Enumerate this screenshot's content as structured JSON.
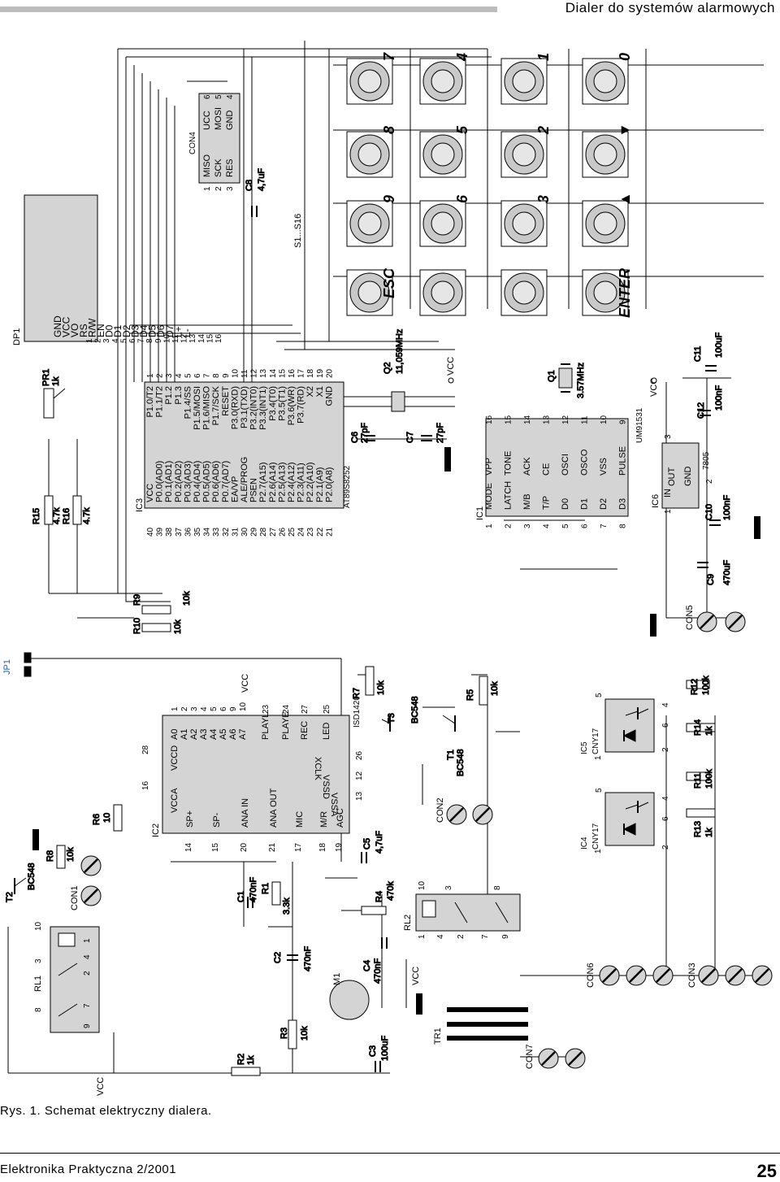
{
  "header": {
    "title": "Dialer do systemów alarmowych"
  },
  "caption": "Rys. 1. Schemat elektryczny dialera.",
  "footer": {
    "magazine": "Elektronika Praktyczna 2/2001",
    "page": "25"
  },
  "dp1": {
    "ref": "DP1",
    "pins": [
      {
        "num": "1",
        "name": "GND"
      },
      {
        "num": "2",
        "name": "VCC"
      },
      {
        "num": "3",
        "name": "VO"
      },
      {
        "num": "4",
        "name": "RS"
      },
      {
        "num": "5",
        "name": "R/W"
      },
      {
        "num": "6",
        "name": "EN"
      },
      {
        "num": "7",
        "name": "D0"
      },
      {
        "num": "8",
        "name": "D1"
      },
      {
        "num": "9",
        "name": "D2"
      },
      {
        "num": "10",
        "name": "D3"
      },
      {
        "num": "11",
        "name": "D4"
      },
      {
        "num": "12",
        "name": "D5"
      },
      {
        "num": "13",
        "name": "D6"
      },
      {
        "num": "14",
        "name": "D7"
      },
      {
        "num": "15",
        "name": "L+"
      },
      {
        "num": "16",
        "name": "L-"
      }
    ]
  },
  "ic3": {
    "ref": "IC3",
    "part": "AT89S8252",
    "left": [
      {
        "num": "40",
        "name": "VCC"
      },
      {
        "num": "39",
        "name": "P0.0(AD0)"
      },
      {
        "num": "38",
        "name": "P0.1(AD1)"
      },
      {
        "num": "37",
        "name": "P0.2(AD2)"
      },
      {
        "num": "36",
        "name": "P0.3(AD3)"
      },
      {
        "num": "35",
        "name": "P0.4(AD4)"
      },
      {
        "num": "34",
        "name": "P0.5(AD5)"
      },
      {
        "num": "33",
        "name": "P0.6(AD6)"
      },
      {
        "num": "32",
        "name": "P0.7(AD7)"
      },
      {
        "num": "31",
        "name": "EA/VP"
      },
      {
        "num": "30",
        "name": "ALE/PROG"
      },
      {
        "num": "29",
        "name": "PSEN"
      },
      {
        "num": "28",
        "name": "P2.7(A15)"
      },
      {
        "num": "27",
        "name": "P2.6(A14)"
      },
      {
        "num": "26",
        "name": "P2.5(A13)"
      },
      {
        "num": "25",
        "name": "P2.4(A12)"
      },
      {
        "num": "24",
        "name": "P2.3(A11)"
      },
      {
        "num": "23",
        "name": "P2.2(A10)"
      },
      {
        "num": "22",
        "name": "P2.1(A9)"
      },
      {
        "num": "21",
        "name": "P2.0(A8)"
      }
    ],
    "right": [
      {
        "num": "1",
        "name": "P1.0/T2"
      },
      {
        "num": "2",
        "name": "P1.1/T2"
      },
      {
        "num": "3",
        "name": "P1.2"
      },
      {
        "num": "4",
        "name": "P1.3"
      },
      {
        "num": "5",
        "name": "P1.4/SS"
      },
      {
        "num": "6",
        "name": "P1.5/MOSI"
      },
      {
        "num": "7",
        "name": "P1.6/MISO"
      },
      {
        "num": "8",
        "name": "P1.7/SCK"
      },
      {
        "num": "9",
        "name": "RESET"
      },
      {
        "num": "10",
        "name": "P3.0(RXD)"
      },
      {
        "num": "11",
        "name": "P3.1(TXD)"
      },
      {
        "num": "12",
        "name": "P3.2(INT0)"
      },
      {
        "num": "13",
        "name": "P3.3(INT1)"
      },
      {
        "num": "14",
        "name": "P3.4(T0)"
      },
      {
        "num": "15",
        "name": "P3.5(T1)"
      },
      {
        "num": "16",
        "name": "P3.6(WR)"
      },
      {
        "num": "17",
        "name": "P3.7(RD)"
      },
      {
        "num": "18",
        "name": "X2"
      },
      {
        "num": "19",
        "name": "X1"
      },
      {
        "num": "20",
        "name": "GND"
      }
    ]
  },
  "con4": {
    "ref": "CON4",
    "left": [
      {
        "num": "1",
        "name": "MISO"
      },
      {
        "num": "2",
        "name": "SCK"
      },
      {
        "num": "3",
        "name": "RES"
      }
    ],
    "right": [
      {
        "num": "6",
        "name": "UCC"
      },
      {
        "num": "5",
        "name": "MOSI"
      },
      {
        "num": "4",
        "name": "GND"
      }
    ]
  },
  "keypad": {
    "ref": "S1...S16",
    "rows": [
      [
        "ESC",
        "9",
        "8",
        "7"
      ],
      [
        "",
        "6",
        "5",
        "4"
      ],
      [
        "",
        "3",
        "2",
        "1"
      ],
      [
        "ENTER",
        "▲",
        "▼",
        "0"
      ]
    ]
  },
  "ic1": {
    "ref": "IC1",
    "part": "UM91531",
    "left": [
      {
        "num": "1",
        "name": "MODE"
      },
      {
        "num": "2",
        "name": "LATCH"
      },
      {
        "num": "3",
        "name": "M/B"
      },
      {
        "num": "4",
        "name": "T/P"
      },
      {
        "num": "5",
        "name": "D0"
      },
      {
        "num": "6",
        "name": "D1"
      },
      {
        "num": "7",
        "name": "D2"
      },
      {
        "num": "8",
        "name": "D3"
      }
    ],
    "right": [
      {
        "num": "16",
        "name": "VPP"
      },
      {
        "num": "15",
        "name": "TONE"
      },
      {
        "num": "14",
        "name": "ACK"
      },
      {
        "num": "13",
        "name": "CE"
      },
      {
        "num": "12",
        "name": "OSCI"
      },
      {
        "num": "11",
        "name": "OSCO"
      },
      {
        "num": "10",
        "name": "VSS"
      },
      {
        "num": "9",
        "name": "PULSE"
      }
    ]
  },
  "ic6": {
    "ref": "IC6",
    "part": "7805",
    "pins": [
      {
        "num": "1",
        "name": "IN"
      },
      {
        "num": "3",
        "name": "OUT"
      },
      {
        "num": "2",
        "name": "GND"
      }
    ]
  },
  "ic2": {
    "ref": "IC2",
    "part": "ISD1420",
    "left": [
      {
        "num": "28",
        "name": "VCCD"
      },
      {
        "num": "16",
        "name": "VCCA"
      },
      {
        "num": "14",
        "name": "SP+"
      },
      {
        "num": "15",
        "name": "SP-"
      },
      {
        "num": "20",
        "name": "ANA IN"
      },
      {
        "num": "21",
        "name": "ANA OUT"
      },
      {
        "num": "17",
        "name": "MIC"
      },
      {
        "num": "18",
        "name": "M/R"
      },
      {
        "num": "19",
        "name": "AGC"
      }
    ],
    "bottom": [
      {
        "num": "13",
        "name": "VSSA"
      },
      {
        "num": "12",
        "name": "VSSD"
      },
      {
        "num": "26",
        "name": "XCLK"
      }
    ],
    "right": [
      {
        "num": "1",
        "name": "A0"
      },
      {
        "num": "2",
        "name": "A1"
      },
      {
        "num": "3",
        "name": "A2"
      },
      {
        "num": "4",
        "name": "A3"
      },
      {
        "num": "5",
        "name": "A4"
      },
      {
        "num": "6",
        "name": "A5"
      },
      {
        "num": "9",
        "name": "A6"
      },
      {
        "num": "10",
        "name": "A7"
      },
      {
        "num": "23",
        "name": "PLAYL"
      },
      {
        "num": "24",
        "name": "PLAYE"
      },
      {
        "num": "27",
        "name": "REC"
      },
      {
        "num": "25",
        "name": "LED"
      }
    ]
  },
  "ic4": {
    "ref": "IC4",
    "part": "CNY17",
    "pins": [
      "1",
      "2",
      "4",
      "5",
      "6"
    ]
  },
  "ic5": {
    "ref": "IC5",
    "part": "CNY17",
    "pins": [
      "1",
      "2",
      "4",
      "5",
      "6"
    ]
  },
  "components": [
    {
      "ref": "PR1",
      "value": "1k"
    },
    {
      "ref": "R15",
      "value": "4.7k"
    },
    {
      "ref": "R16",
      "value": "4.7k"
    },
    {
      "ref": "R10",
      "value": "10k"
    },
    {
      "ref": "R9",
      "value": "10k"
    },
    {
      "ref": "C8",
      "value": "4,7uF"
    },
    {
      "ref": "C6",
      "value": "27pF"
    },
    {
      "ref": "C7",
      "value": "27pF"
    },
    {
      "ref": "Q2",
      "value": "11,059MHz"
    },
    {
      "ref": "Q1",
      "value": "3.57MHz"
    },
    {
      "ref": "C11",
      "value": "100uF"
    },
    {
      "ref": "C12",
      "value": "100nF"
    },
    {
      "ref": "C10",
      "value": "100nF"
    },
    {
      "ref": "C9",
      "value": "470uF"
    },
    {
      "ref": "R7",
      "value": "10k"
    },
    {
      "ref": "R5",
      "value": "10k"
    },
    {
      "ref": "T3",
      "value": "BC548"
    },
    {
      "ref": "T1",
      "value": "BC548"
    },
    {
      "ref": "R12",
      "value": "100k"
    },
    {
      "ref": "R14",
      "value": "1k"
    },
    {
      "ref": "R11",
      "value": "100k"
    },
    {
      "ref": "R13",
      "value": "1k"
    },
    {
      "ref": "C5",
      "value": "4,7uF"
    },
    {
      "ref": "R4",
      "value": "470k"
    },
    {
      "ref": "C1",
      "value": "470nF"
    },
    {
      "ref": "R1",
      "value": "3.3k"
    },
    {
      "ref": "C2",
      "value": "470nF"
    },
    {
      "ref": "C4",
      "value": "470nF"
    },
    {
      "ref": "R3",
      "value": "10k"
    },
    {
      "ref": "C3",
      "value": "100uF"
    },
    {
      "ref": "R2",
      "value": "1k"
    },
    {
      "ref": "R6",
      "value": "10"
    },
    {
      "ref": "R8",
      "value": "10k"
    },
    {
      "ref": "T2",
      "value": "BC548"
    }
  ],
  "labels": {
    "jp1": "JP1",
    "con1": "CON1",
    "con2": "CON2",
    "con3": "CON3",
    "con5": "CON5",
    "con6": "CON6",
    "con7": "CON7",
    "rl1": "RL1",
    "rl2": "RL2",
    "m1": "M1",
    "tr1": "TR1",
    "vcc": "VCC"
  },
  "rl1_pins": [
    "3",
    "10",
    "8",
    "9",
    "7",
    "2",
    "4",
    "1"
  ],
  "rl2_pins": [
    "10",
    "3",
    "8",
    "1",
    "4",
    "2",
    "7",
    "9"
  ]
}
